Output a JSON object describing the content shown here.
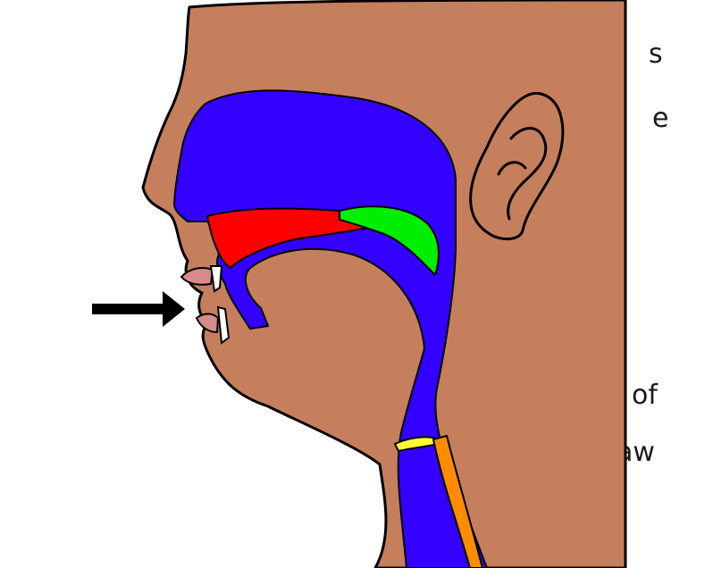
{
  "text_fragments": [
    "s",
    "e",
    "of",
    "aw"
  ],
  "colors": {
    "skin": "#c57f5c",
    "airway": "#3300ff",
    "hard_palate": "#ff0000",
    "soft_palate": "#00ee00",
    "epiglottis": "#ffff33",
    "esophagus": "#ff8c00",
    "outline": "#000000",
    "teeth": "#ffffff"
  }
}
